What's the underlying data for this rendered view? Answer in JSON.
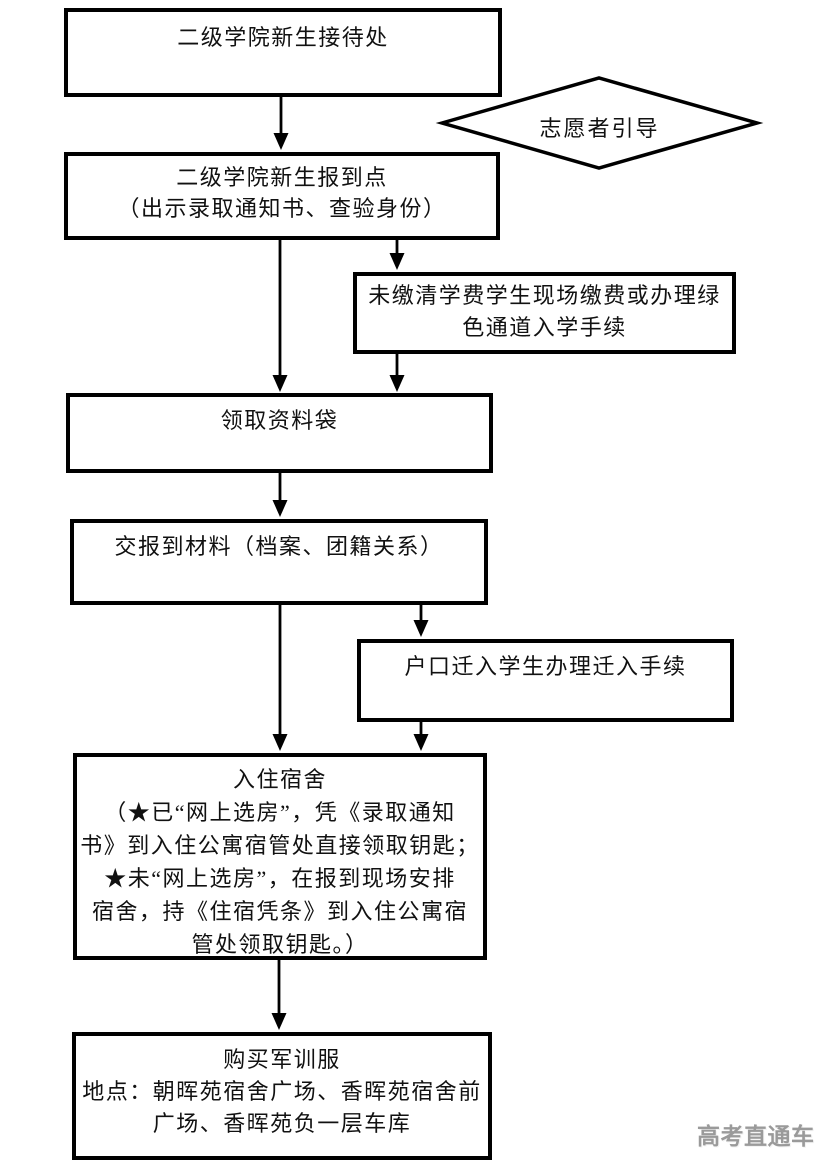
{
  "colors": {
    "background": "#ffffff",
    "line": "#000000",
    "watermark_text": "#9a9a9a"
  },
  "nodes": {
    "reception": {
      "lines": [
        "二级学院新生接待处"
      ]
    },
    "volunteer_guide": {
      "shape": "diamond",
      "lines": [
        "志愿者引导"
      ]
    },
    "checkin_point": {
      "lines": [
        "二级学院新生报到点",
        "（出示录取通知书、查验身份）"
      ]
    },
    "tuition": {
      "lines": [
        "未缴清学费学生现场缴费或办理绿",
        "色通道入学手续"
      ]
    },
    "materials_bag": {
      "lines": [
        "领取资料袋"
      ]
    },
    "submit_materials": {
      "lines": [
        "交报到材料（档案、团籍关系）"
      ]
    },
    "hukou_transfer": {
      "lines": [
        "户口迁入学生办理迁入手续"
      ]
    },
    "dorm": {
      "lines": [
        "入住宿舍",
        "（★已“网上选房”，凭《录取通知",
        "书》到入住公寓宿管处直接领取钥匙；",
        "★未“网上选房”，在报到现场安排",
        "宿舍，持《住宿凭条》到入住公寓宿",
        "管处领取钥匙。）"
      ]
    },
    "uniform": {
      "lines": [
        "购买军训服",
        "地点：朝晖苑宿舍广场、香晖苑宿舍前",
        "广场、香晖苑负一层车库"
      ]
    }
  },
  "watermark": {
    "text": "高考直通车"
  }
}
